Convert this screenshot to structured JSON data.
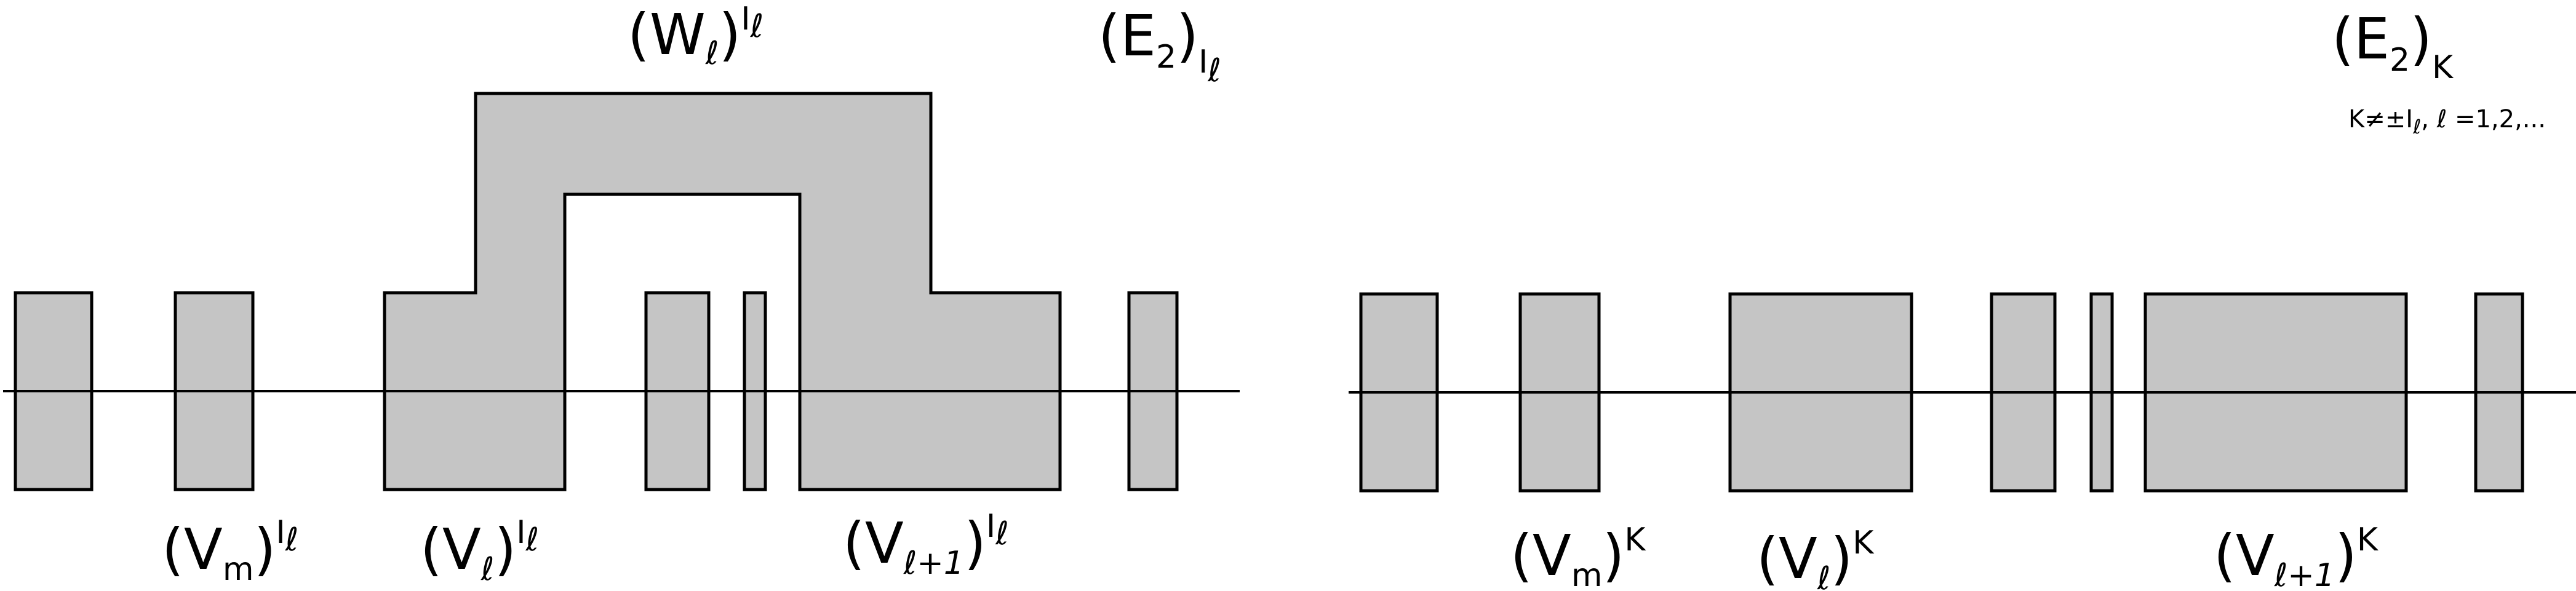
{
  "left_panel": {
    "title": {
      "base": "(E",
      "sub2": "2",
      "close": ")",
      "sub": "I",
      "subsub": "ℓ"
    },
    "w_label": {
      "open": "(W",
      "sub": "ℓ",
      "close": ")",
      "sup": "I",
      "supsub": "ℓ"
    },
    "vm_label": {
      "open": "(V",
      "sub": "m",
      "close": ")",
      "sup": "I",
      "supsub": "ℓ"
    },
    "vl_label": {
      "open": "(V",
      "sub": "ℓ",
      "close": ")",
      "sup": "I",
      "supsub": "ℓ"
    },
    "vl1_label": {
      "open": "(V",
      "sub": "ℓ+1",
      "close": ")",
      "sup": "I",
      "supsub": "ℓ"
    }
  },
  "right_panel": {
    "title": {
      "base": "(E",
      "sub2": "2",
      "close": ")",
      "sub": "K"
    },
    "condition": "K≠±I",
    "condition_sub": "ℓ",
    "condition_tail": ",  ℓ =1,2,...",
    "vm_label": {
      "open": "(V",
      "sub": "m",
      "close": ")",
      "sup": "K"
    },
    "vl_label": {
      "open": "(V",
      "sub": "ℓ",
      "close": ")",
      "sup": "K"
    },
    "vl1_label": {
      "open": "(V",
      "sub": "ℓ+1",
      "close": ")",
      "sup": "K"
    }
  }
}
